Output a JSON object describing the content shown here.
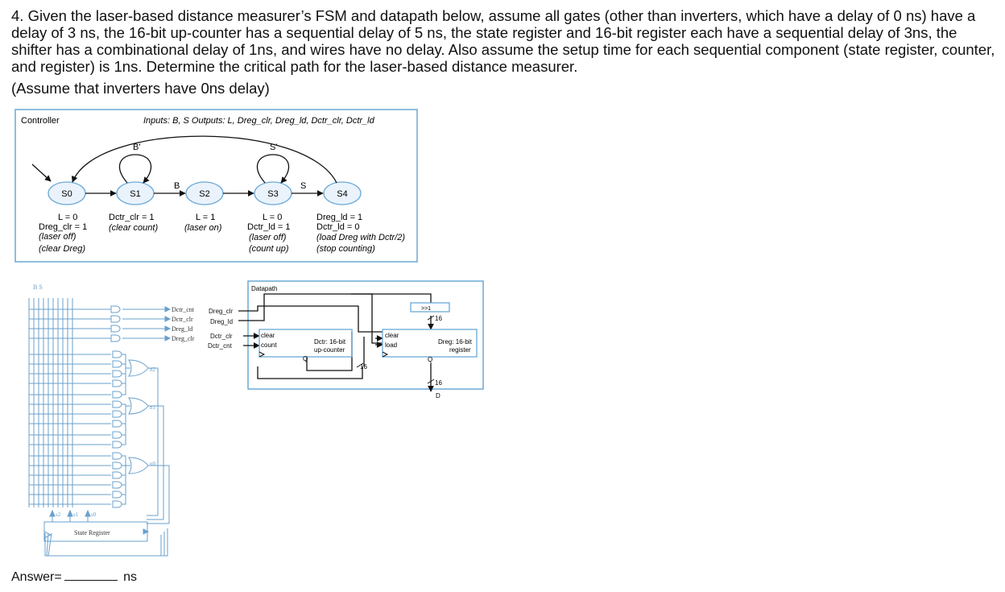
{
  "question": {
    "text": "4. Given the laser-based distance measurer’s FSM and datapath below, assume all gates (other than inverters, which have a delay of 0 ns) have a delay of 3 ns, the 16-bit up-counter has a sequential delay of 5 ns, the state register and 16-bit register each have a sequential delay of 3ns, the shifter has a combinational delay of 1ns, and wires have no delay. Also assume the setup time for each sequential component (state register, counter, and register) is 1ns. Determine the critical path for the laser-based distance measurer.",
    "note": "(Assume that inverters have 0ns delay)"
  },
  "controller": {
    "title": "Controller",
    "io": "Inputs: B, S   Outputs: L, Dreg_clr, Dreg_ld, Dctr_clr, Dctr_ld",
    "states": [
      "S0",
      "S1",
      "S2",
      "S3",
      "S4"
    ],
    "transition_labels": {
      "s1_self": "B'",
      "s1_to_s2": "B",
      "s3_self": "S'",
      "s3_to_s4": "S"
    },
    "actions": {
      "s0": [
        "L = 0",
        "Dreg_clr = 1",
        "(laser off)",
        "(clear Dreg)"
      ],
      "s1": [
        "Dctr_clr = 1",
        "(clear count)"
      ],
      "s2": [
        "L = 1",
        "(laser on)"
      ],
      "s3": [
        "L = 0",
        "Dctr_ld = 1",
        "(laser off)",
        "(count up)"
      ],
      "s4": [
        "Dreg_ld  = 1",
        "Dctr_ld = 0",
        "(load Dreg with Dctr/2)",
        "(stop counting)"
      ]
    }
  },
  "controller_circuit": {
    "inputs_label": "B  S",
    "outputs": [
      "Dctr_cnt",
      "Dctr_clr",
      "Dreg_ld",
      "Dreg_clr"
    ],
    "next_state": [
      "n2",
      "n1",
      "n0"
    ],
    "state_bits": [
      "s2",
      "s1",
      "s0"
    ],
    "state_register": "State Register"
  },
  "datapath": {
    "title": "Datapath",
    "signals": [
      "Dreg_clr",
      "Dreg_ld",
      "Dctr_clr",
      "Dctr_cnt"
    ],
    "counter": {
      "port_clear": "clear",
      "port_count": "count",
      "label1": "Dctr: 16-bit",
      "label2": "up-counter",
      "output": "Q"
    },
    "register": {
      "port_clear": "clear",
      "port_load": "load",
      "label1": "Dreg: 16-bit",
      "label2": "register",
      "output": "Q"
    },
    "shifter": ">>1",
    "bus_width": "16",
    "output": "D"
  },
  "answer": {
    "label": "Answer=",
    "unit": "ns"
  }
}
